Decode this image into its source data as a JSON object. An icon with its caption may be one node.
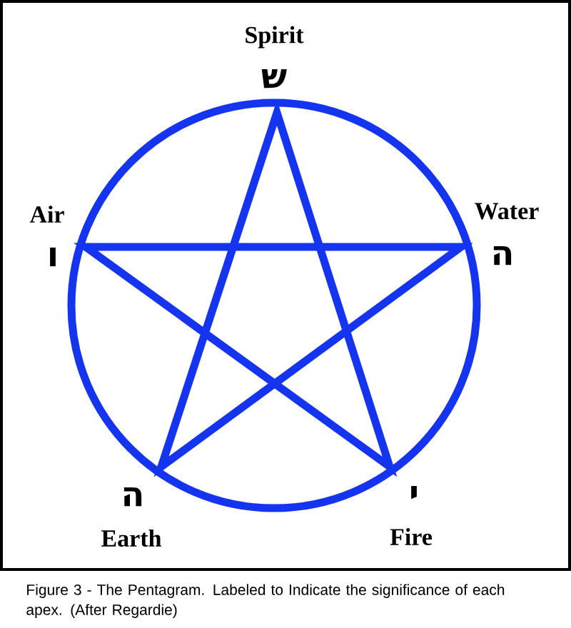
{
  "diagram": {
    "caption": "Figure 3 - The Pentagram. Labeled to Indicate the significance of each apex. (After Regardie)",
    "labels": [
      "Spirit",
      "ש",
      "Air",
      "ו",
      "Water",
      "ה",
      "ה",
      "Earth",
      "י",
      "Fire"
    ]
  }
}
